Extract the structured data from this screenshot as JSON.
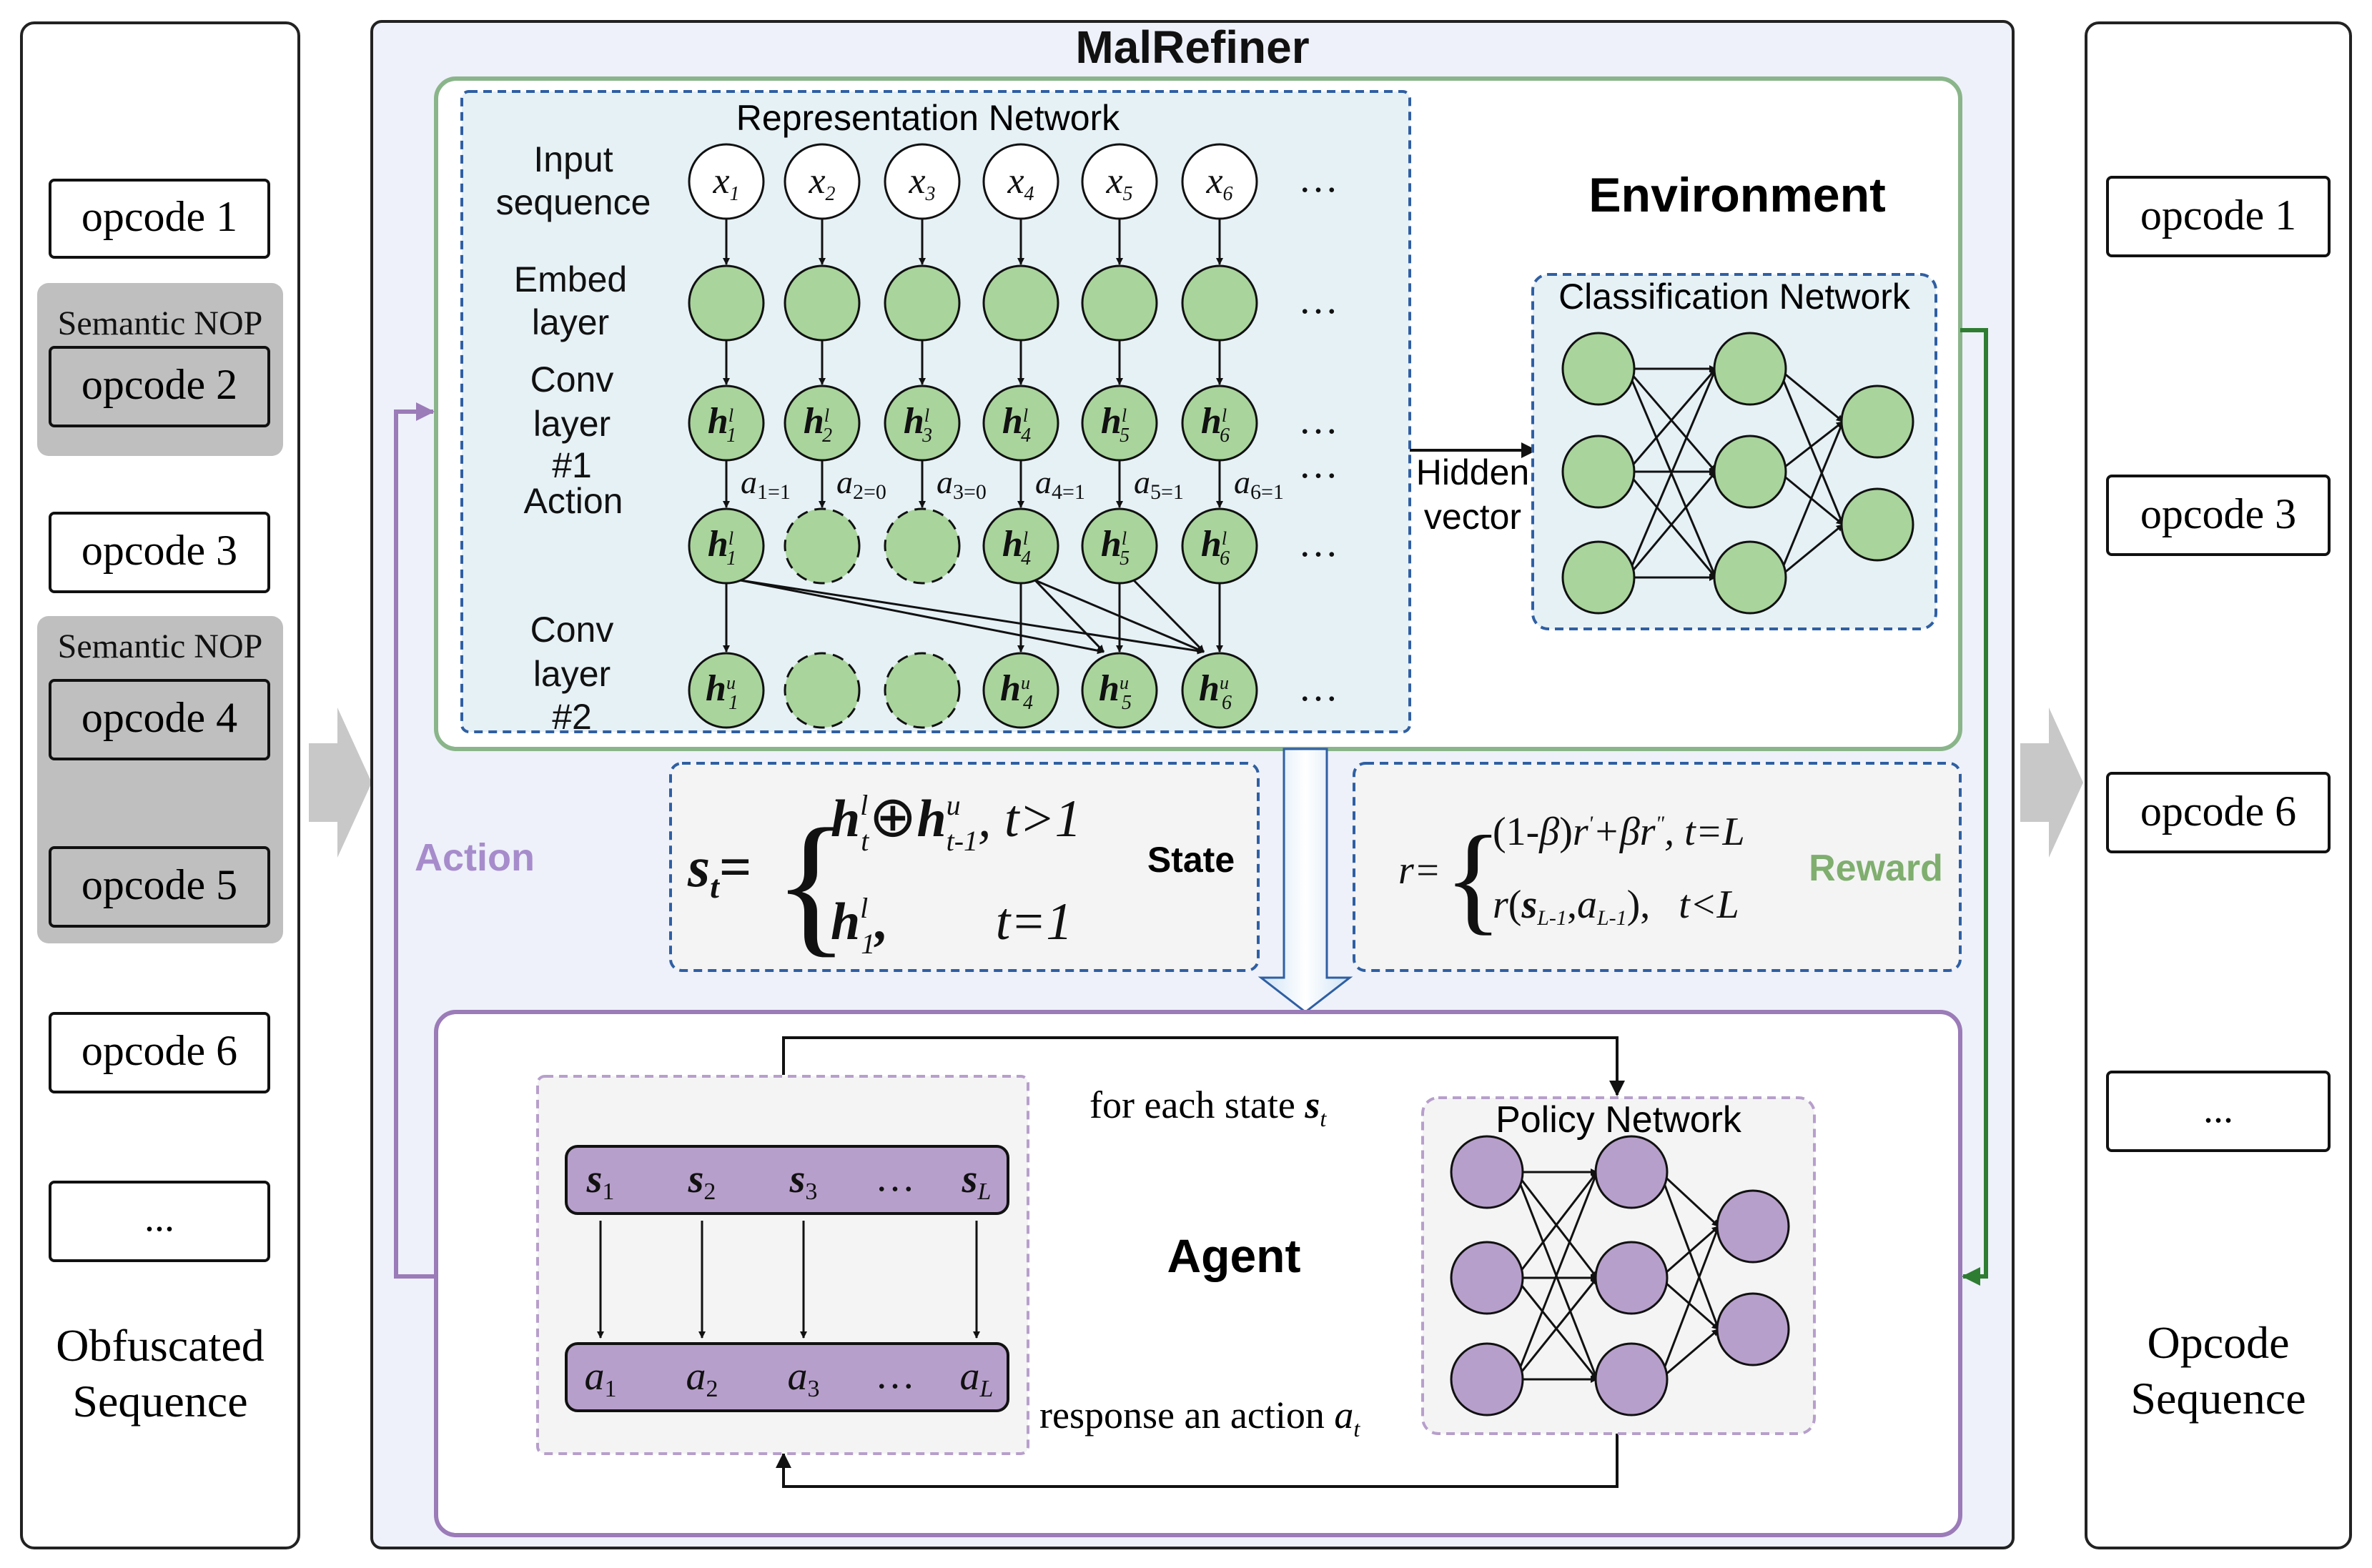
{
  "left_panel": {
    "items": [
      "opcode 1",
      "opcode 2",
      "opcode 3",
      "opcode 4",
      "opcode 5",
      "opcode 6",
      "..."
    ],
    "nop_label_1": "Semantic NOP",
    "nop_label_2": "Semantic NOP",
    "caption_line1": "Obfuscated",
    "caption_line2": "Sequence"
  },
  "right_panel": {
    "items": [
      "opcode 1",
      "opcode 3",
      "opcode 6",
      "..."
    ],
    "caption_line1": "Opcode",
    "caption_line2": "Sequence"
  },
  "main": {
    "title": "MalRefiner",
    "environment_label": "Environment",
    "representation_title": "Representation Network",
    "row_labels": {
      "input_1": "Input",
      "input_2": "sequence",
      "embed_1": "Embed",
      "embed_2": "layer",
      "conv1_1": "Conv",
      "conv1_2": "layer",
      "conv1_3": "#1",
      "action": "Action",
      "conv2_1": "Conv",
      "conv2_2": "layer",
      "conv2_3": "#2"
    },
    "input_subs": [
      "1",
      "2",
      "3",
      "4",
      "5",
      "6"
    ],
    "conv1_subs": [
      "1",
      "2",
      "3",
      "4",
      "5",
      "6"
    ],
    "action_values": [
      "1",
      "0",
      "0",
      "1",
      "1",
      "1"
    ],
    "action_nodes_active": [
      true,
      false,
      false,
      true,
      true,
      true
    ],
    "conv2_subs": [
      "1",
      "",
      "",
      "4",
      "5",
      "6"
    ],
    "ellipsis": "…",
    "hidden_vector_1": "Hidden",
    "hidden_vector_2": "vector",
    "classification_title": "Classification Network",
    "state_label": "State",
    "reward_label": "Reward",
    "action_label": "Action",
    "agent_label": "Agent",
    "policy_title": "Policy Network",
    "for_each_state": "for each state",
    "response_action": "response an action",
    "sequence_states": [
      "1",
      "2",
      "3",
      "L"
    ],
    "sequence_actions": [
      "1",
      "2",
      "3",
      "L"
    ]
  },
  "colors": {
    "panel_bg": "#eef1f9",
    "env_border": "#8ab58a",
    "agent_border": "#9b7bb8",
    "node_green": "#a9d49c",
    "node_purple": "#b79fcb",
    "dashed_blue": "#2f5fa3",
    "light_blue_fill": "#e6f1f6",
    "gray_box": "#bfbfbf",
    "dark_green_arrow": "#2e7d32",
    "purple_arrow": "#9b7bb8",
    "reward_text": "#7fae6f",
    "action_text": "#a78ccc"
  }
}
